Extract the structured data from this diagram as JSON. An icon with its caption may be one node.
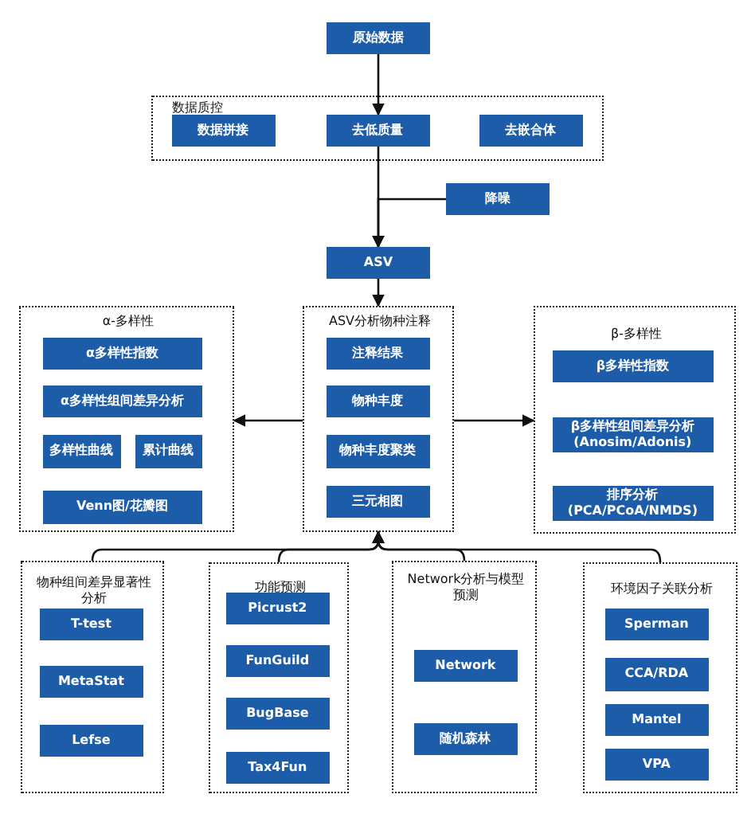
{
  "diagram": {
    "nodes": [
      {
        "text": [
          "原始数据"
        ]
      },
      {
        "text": [
          "数据质控"
        ]
      },
      {
        "text": [
          "数据拼接"
        ],
        "in": 1
      },
      {
        "text": [
          "去低质量"
        ],
        "in": 1
      },
      {
        "text": [
          "去嵌合体"
        ],
        "in": 1
      },
      {
        "text": [
          "降噪"
        ]
      },
      {
        "text": [
          "ASV"
        ]
      },
      {
        "text": [
          "α-多样性"
        ]
      },
      {
        "text": [
          "α多样性指数"
        ],
        "in": 7
      },
      {
        "text": [
          "α多样性组间差异分析"
        ],
        "in": 7
      },
      {
        "text": [
          "多样性曲线"
        ],
        "in": 7
      },
      {
        "text": [
          "累计曲线"
        ],
        "in": 7
      },
      {
        "text": [
          "Venn图/花瓣图"
        ],
        "in": 7
      },
      {
        "text": [
          "ASV分析物种注释"
        ]
      },
      {
        "text": [
          "注释结果"
        ],
        "in": 13
      },
      {
        "text": [
          "物种丰度"
        ],
        "in": 13
      },
      {
        "text": [
          "物种丰度聚类"
        ],
        "in": 13
      },
      {
        "text": [
          "三元相图"
        ],
        "in": 13
      },
      {
        "text": [
          "β-多样性"
        ]
      },
      {
        "text": [
          "β多样性指数"
        ],
        "in": 18
      },
      {
        "text": [
          "β多样性组间差异分析 (Anosim/Adonis)"
        ],
        "in": 18
      },
      {
        "text": [
          "排序分析 (PCA/PCoA/NMDS)"
        ],
        "in": 18
      },
      {
        "text": [
          "物种组间差异显著性分析"
        ]
      },
      {
        "text": [
          "T-test"
        ],
        "in": 22
      },
      {
        "text": [
          "MetaStat"
        ],
        "in": 22
      },
      {
        "text": [
          "Lefse"
        ],
        "in": 22
      },
      {
        "text": [
          "功能预测"
        ]
      },
      {
        "text": [
          "Picrust2"
        ],
        "in": 26
      },
      {
        "text": [
          "FunGuild"
        ],
        "in": 26
      },
      {
        "text": [
          "BugBase"
        ],
        "in": 26
      },
      {
        "text": [
          "Tax4Fun"
        ],
        "in": 26
      },
      {
        "text": [
          "Network分析与模型预测"
        ]
      },
      {
        "text": [
          "Network"
        ],
        "in": 31
      },
      {
        "text": [
          "随机森林"
        ],
        "in": 31
      },
      {
        "text": [
          "环境因子关联分析"
        ]
      },
      {
        "text": [
          "Sperman"
        ],
        "in": 34
      },
      {
        "text": [
          "CCA/RDA"
        ],
        "in": 34
      },
      {
        "text": [
          "Mantel"
        ],
        "in": 34
      },
      {
        "text": [
          "VPA"
        ],
        "in": 34
      }
    ],
    "edges": [
      {
        "from": 0,
        "to": 3,
        "arrow": "to"
      },
      {
        "from": 3,
        "to": 6,
        "arrow": "to"
      },
      {
        "from": 5,
        "to": 6,
        "arrow": "to"
      },
      {
        "from": 6,
        "to": 13,
        "arrow": "to"
      },
      {
        "from": 13,
        "to": 7,
        "arrow": "to"
      },
      {
        "from": 13,
        "to": 18,
        "arrow": "to"
      },
      {
        "from": 22,
        "to": 13,
        "arrow": "to"
      },
      {
        "from": 26,
        "to": 13,
        "arrow": "to"
      },
      {
        "from": 31,
        "to": 13,
        "arrow": "to"
      },
      {
        "from": 34,
        "to": 13,
        "arrow": "to"
      }
    ]
  }
}
